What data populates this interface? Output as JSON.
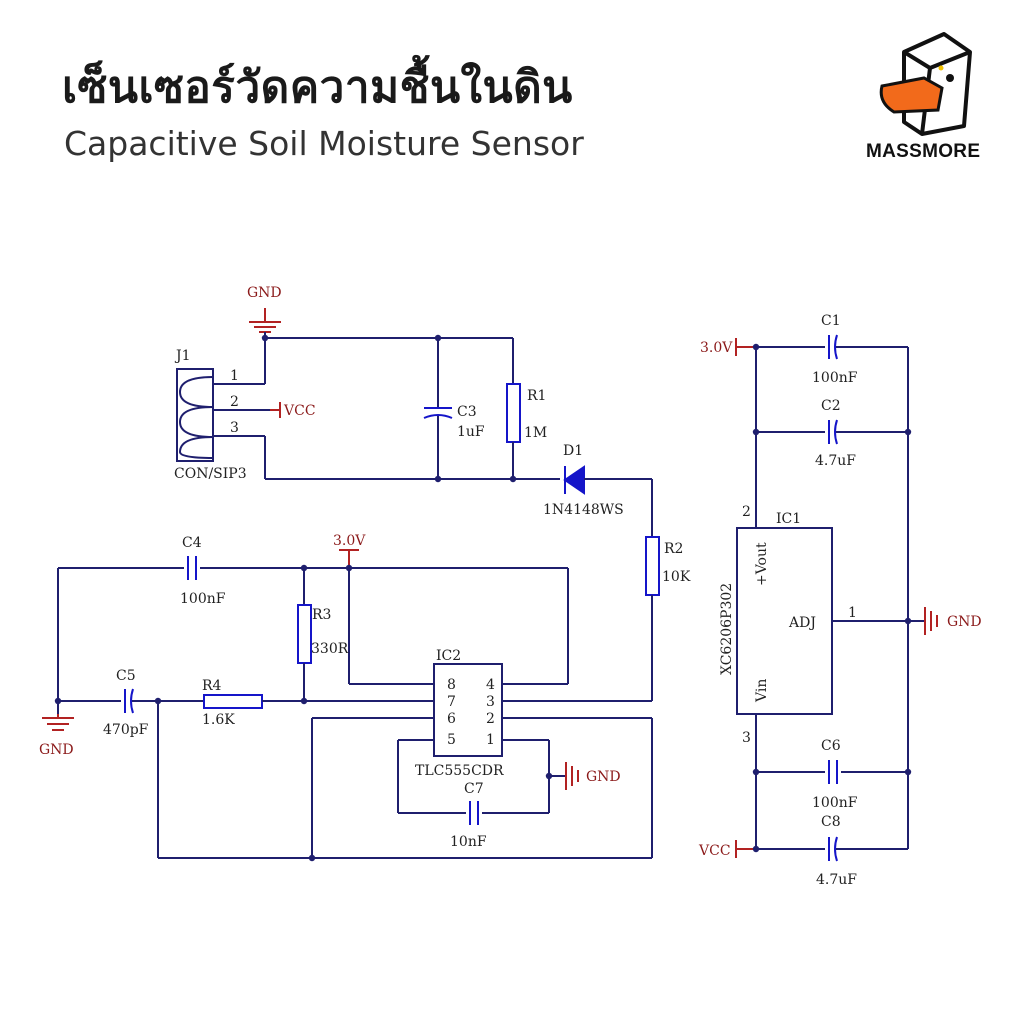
{
  "header": {
    "title": "เซ็นเซอร์วัดความชื้นในดิน",
    "subtitle": "Capacitive Soil Moisture Sensor",
    "logo_text": "MASSMORE"
  },
  "schematic": {
    "j1": {
      "ref": "J1",
      "type": "CON/SIP3",
      "pins": [
        "1",
        "2",
        "3"
      ]
    },
    "nets": {
      "gnd": "GND",
      "vcc": "VCC",
      "v3": "3.0V"
    },
    "c1": {
      "ref": "C1",
      "value": "100nF"
    },
    "c2": {
      "ref": "C2",
      "value": "4.7uF"
    },
    "c3": {
      "ref": "C3",
      "value": "1uF"
    },
    "c4": {
      "ref": "C4",
      "value": "100nF"
    },
    "c5": {
      "ref": "C5",
      "value": "470pF"
    },
    "c6": {
      "ref": "C6",
      "value": "100nF"
    },
    "c7": {
      "ref": "C7",
      "value": "10nF"
    },
    "c8": {
      "ref": "C8",
      "value": "4.7uF"
    },
    "r1": {
      "ref": "R1",
      "value": "1M"
    },
    "r2": {
      "ref": "R2",
      "value": "10K"
    },
    "r3": {
      "ref": "R3",
      "value": "330R"
    },
    "r4": {
      "ref": "R4",
      "value": "1.6K"
    },
    "d1": {
      "ref": "D1",
      "value": "1N4148WS"
    },
    "ic1": {
      "ref": "IC1",
      "part": "XC6206P302",
      "pin_vout": "+Vout",
      "pin_vin": "Vin",
      "pin_adj": "ADJ",
      "pin1": "1",
      "pin2": "2",
      "pin3": "3"
    },
    "ic2": {
      "ref": "IC2",
      "part": "TLC555CDR",
      "left_pins": [
        "8",
        "7",
        "6",
        "5"
      ],
      "right_pins": [
        "4",
        "3",
        "2",
        "1"
      ]
    }
  }
}
